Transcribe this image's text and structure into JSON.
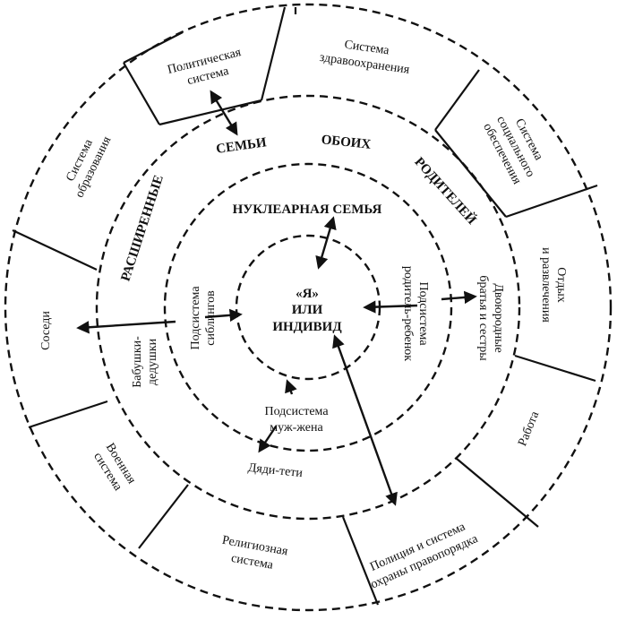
{
  "diagram": {
    "center": {
      "line1": "«Я»",
      "line2": "ИЛИ",
      "line3": "ИНДИВИД"
    },
    "ring1": {
      "title": "НУКЛЕАРНАЯ СЕМЬЯ",
      "siblings": {
        "line1": "Подсистема",
        "line2": "сиблингов"
      },
      "parent_child": {
        "line1": "Подсистема",
        "line2": "родитель-ребенок"
      },
      "spouses": {
        "line1": "Подсистема",
        "line2": "муж-жена"
      }
    },
    "ring2": {
      "extended": "РАСШИРЕННЫЕ",
      "families": "СЕМЬИ",
      "both": "ОБОИХ",
      "parents": "РОДИТЕЛЕЙ",
      "grandparents": {
        "line1": "Бабушки-",
        "line2": "дедушки"
      },
      "cousins": {
        "line1": "Двоюродные",
        "line2": "братья и сестры"
      },
      "uncles": "Дяди-тети"
    },
    "outer": {
      "political": {
        "line1": "Политическая",
        "line2": "система"
      },
      "health": {
        "line1": "Система",
        "line2": "здравоохранения"
      },
      "social": {
        "line1": "Система",
        "line2": "социального",
        "line3": "обеспечения"
      },
      "leisure": {
        "line1": "Отдых",
        "line2": "и развлечения"
      },
      "work": "Работа",
      "police": {
        "line1": "Полиция и система",
        "line2": "охраны правопорядка"
      },
      "religion": {
        "line1": "Религиозная",
        "line2": "система"
      },
      "military": {
        "line1": "Военная",
        "line2": "система"
      },
      "neighbors": "Соседи",
      "education": {
        "line1": "Система",
        "line2": "образования"
      }
    }
  }
}
